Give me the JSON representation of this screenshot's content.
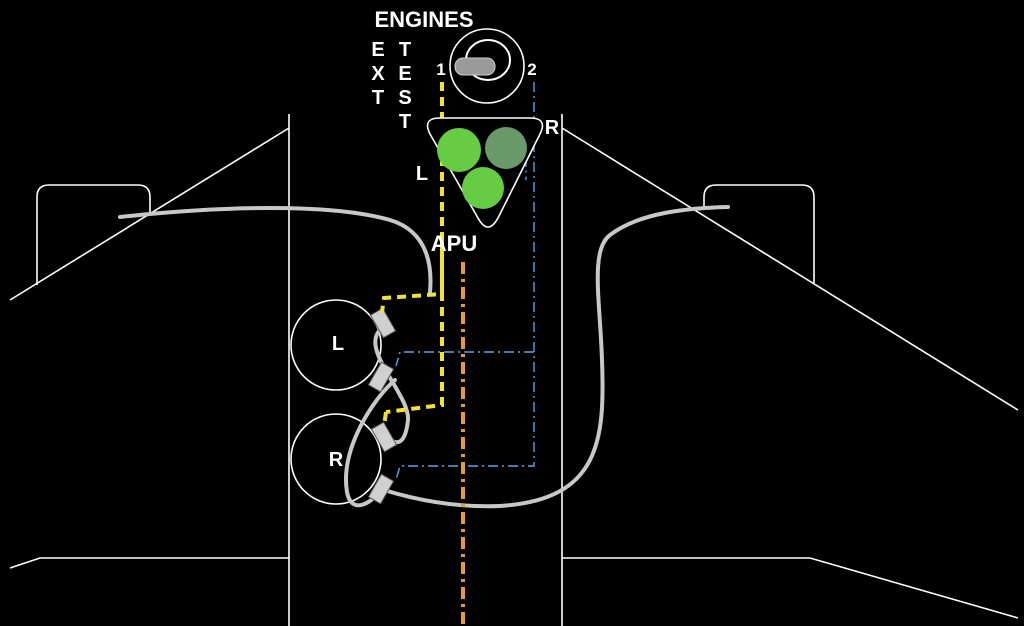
{
  "labels": {
    "engines": "ENGINES",
    "ext": [
      "E",
      "X",
      "T"
    ],
    "test": [
      "T",
      "E",
      "S",
      "T"
    ],
    "switch_pos_1": "1",
    "switch_pos_2": "2",
    "light_left": "L",
    "light_right": "R",
    "apu": "APU",
    "bottle_left": "L",
    "bottle_right": "R"
  },
  "colors": {
    "background": "#000000",
    "outline": "#ffffff",
    "pipe": "#c8c8c8",
    "test_circuit_1": "#f2e233",
    "test_circuit_2": "#5aa6e6",
    "apu_circuit": "#e89a3c",
    "light_lit": "#66cc44",
    "light_dim": "#6a9a6a",
    "switch_handle": "#9a9a9a"
  },
  "test_switch": {
    "positions": [
      "1",
      "2"
    ],
    "selected": "1"
  },
  "lights": [
    {
      "id": "left",
      "state": "lit"
    },
    {
      "id": "right",
      "state": "dim"
    },
    {
      "id": "apu",
      "state": "lit"
    }
  ]
}
